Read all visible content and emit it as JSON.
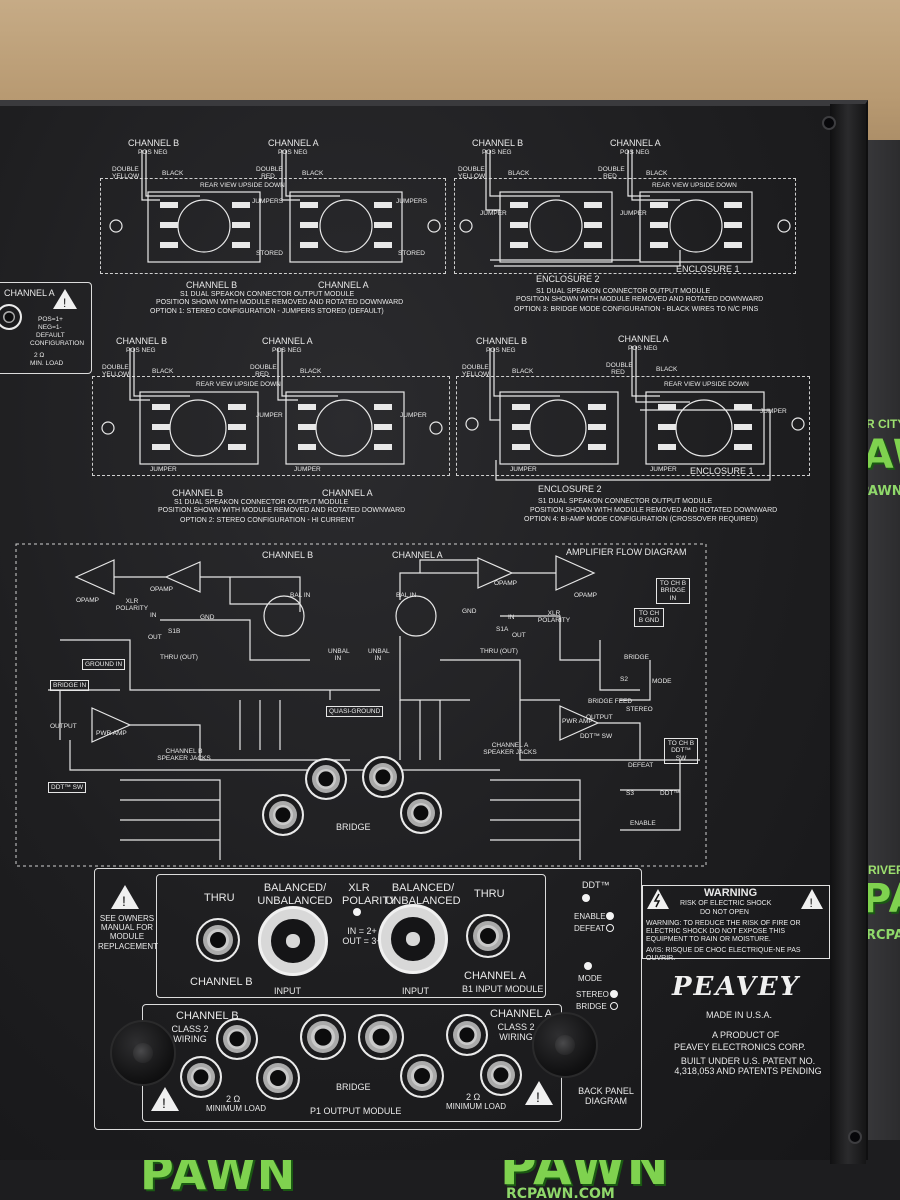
{
  "signage": {
    "pawn_top_right_tag": "RIVER CITY",
    "pawn_top_right_word": "PAWN",
    "pawn_top_right_domain": "RCPAWN",
    "pawn_mid_right_tag": "RIVER",
    "pawn_mid_right_word": "PAWN",
    "pawn_mid_right_domain": "RCPAWN",
    "pawn_bottom_left_word": "PAWN",
    "pawn_bottom_center_word": "PAWN",
    "pawn_bottom_center_domain": "RCPAWN.COM"
  },
  "left_label": {
    "channel": "CHANNEL A",
    "pos": "POS=1+",
    "neg": "NEG=1-",
    "default": "DEFAULT",
    "configuration": "CONFIGURATION",
    "ohm": "2 Ω",
    "min_load": "MIN. LOAD"
  },
  "options": [
    {
      "channel_b": "CHANNEL B",
      "channel_a": "CHANNEL A",
      "pos_neg": "POS NEG",
      "double_yellow": "DOUBLE YELLOW",
      "double_red": "DOUBLE RED",
      "black": "BLACK",
      "rear_view": "REAR VIEW UPSIDE DOWN",
      "jumpers": "JUMPERS",
      "stored": "STORED",
      "bottom_channel_b": "CHANNEL B",
      "bottom_channel_a": "CHANNEL A",
      "module": "S1 DUAL SPEAKON CONNECTOR OUTPUT MODULE",
      "position": "POSITION SHOWN WITH MODULE REMOVED AND ROTATED DOWNWARD",
      "option": "OPTION 1:  STEREO CONFIGURATION - JUMPERS STORED (DEFAULT)"
    },
    {
      "channel_b": "CHANNEL B",
      "channel_a": "CHANNEL A",
      "pos_neg": "POS NEG",
      "double_yellow": "DOUBLE YELLOW",
      "double_red": "DOUBLE RED",
      "black": "BLACK",
      "rear_view": "REAR VIEW UPSIDE DOWN",
      "jumper": "JUMPER",
      "enclosure_2": "ENCLOSURE 2",
      "enclosure_1": "ENCLOSURE 1",
      "module": "S1 DUAL SPEAKON CONNECTOR OUTPUT MODULE",
      "position": "POSITION SHOWN WITH MODULE REMOVED AND ROTATED DOWNWARD",
      "option": "OPTION 3:  BRIDGE MODE CONFIGURATION - BLACK WIRES TO N/C PINS"
    },
    {
      "channel_b": "CHANNEL B",
      "channel_a": "CHANNEL A",
      "pos_neg": "POS NEG",
      "double_yellow": "DOUBLE YELLOW",
      "double_red": "DOUBLE RED",
      "black": "BLACK",
      "rear_view": "REAR VIEW UPSIDE DOWN",
      "jumper": "JUMPER",
      "bottom_channel_b": "CHANNEL B",
      "bottom_channel_a": "CHANNEL A",
      "module": "S1 DUAL SPEAKON CONNECTOR OUTPUT MODULE",
      "position": "POSITION SHOWN WITH MODULE REMOVED AND ROTATED DOWNWARD",
      "option": "OPTION 2:  STEREO CONFIGURATION - HI CURRENT"
    },
    {
      "channel_b": "CHANNEL B",
      "channel_a": "CHANNEL A",
      "pos_neg": "POS NEG",
      "double_yellow": "DOUBLE YELLOW",
      "double_red": "DOUBLE RED",
      "black": "BLACK",
      "rear_view": "REAR VIEW UPSIDE DOWN",
      "jumper": "JUMPER",
      "enclosure_2": "ENCLOSURE 2",
      "enclosure_1": "ENCLOSURE 1",
      "module": "S1 DUAL SPEAKON CONNECTOR OUTPUT MODULE",
      "position": "POSITION SHOWN WITH MODULE REMOVED AND ROTATED DOWNWARD",
      "option": "OPTION 4:  BI-AMP MODE CONFIGURATION (CROSSOVER REQUIRED)"
    }
  ],
  "flow": {
    "title": "AMPLIFIER FLOW DIAGRAM",
    "channel_b": "CHANNEL B",
    "channel_a": "CHANNEL A",
    "opamp": "OPAMP",
    "xlr_polarity": "XLR POLARITY",
    "in": "IN",
    "out": "OUT",
    "s1b": "S1B",
    "s1a": "S1A",
    "gnd": "GND",
    "bal_in": "BAL IN",
    "ground_in": "GROUND IN",
    "bridge_in": "BRIDGE IN",
    "thru_out": "THRU (OUT)",
    "unbal_in": "UNBAL IN",
    "quasi_ground": "QUASI-GROUND",
    "output": "OUTPUT",
    "pwr_amp": "PWR AMP",
    "ddt_sw": "DDT™ SW",
    "speaker_jacks_b": "CHANNEL B SPEAKER JACKS",
    "speaker_jacks_a": "CHANNEL A SPEAKER JACKS",
    "bridge": "BRIDGE",
    "to_ch_b_bridge": "TO CH B BRIDGE IN",
    "to_ch_b_gnd": "TO CH B GND",
    "to_ch_b_ddt": "TO CH B DDT™ SW",
    "mode": "MODE",
    "s2": "S2",
    "s3": "S3",
    "stereo": "STEREO",
    "bridge_feed": "BRIDGE FEED",
    "defeat": "DEFEAT",
    "enable": "ENABLE",
    "ddt": "DDT™"
  },
  "rear": {
    "see_manual": "SEE OWNERS MANUAL FOR MODULE REPLACEMENT",
    "thru": "THRU",
    "balanced": "BALANCED/ UNBALANCED",
    "xlr_polarity": "XLR POLARITY",
    "in_out": "IN = 2+ OUT = 3+",
    "channel_b": "CHANNEL B",
    "channel_a": "CHANNEL A",
    "input": "INPUT",
    "b1_module": "B1 INPUT MODULE",
    "class2": "CLASS 2 WIRING",
    "bridge": "BRIDGE",
    "min_load": "MINIMUM LOAD",
    "ohm": "2 Ω",
    "p1_module": "P1 OUTPUT MODULE",
    "back_panel": "BACK PANEL DIAGRAM",
    "ddt": "DDT™",
    "enable": "ENABLE",
    "defeat": "DEFEAT",
    "mode": "MODE",
    "stereo": "STEREO",
    "bridge_sw": "BRIDGE"
  },
  "warning": {
    "title": "WARNING",
    "shock": "RISK OF ELECTRIC SHOCK",
    "do_not_open": "DO NOT OPEN",
    "body": "WARNING: TO REDUCE THE RISK OF FIRE OR ELECTRIC SHOCK DO NOT EXPOSE THIS EQUIPMENT TO RAIN OR MOISTURE.",
    "avis": "AVIS: RISQUE DE CHOC ELECTRIQUE-NE PAS OUVRIR."
  },
  "brand": {
    "logo": "PEAVEY",
    "made_in": "MADE IN U.S.A.",
    "product_of": "A PRODUCT OF",
    "corp": "PEAVEY ELECTRONICS CORP.",
    "patent": "BUILT UNDER U.S. PATENT NO. 4,318,053 AND PATENTS PENDING"
  }
}
